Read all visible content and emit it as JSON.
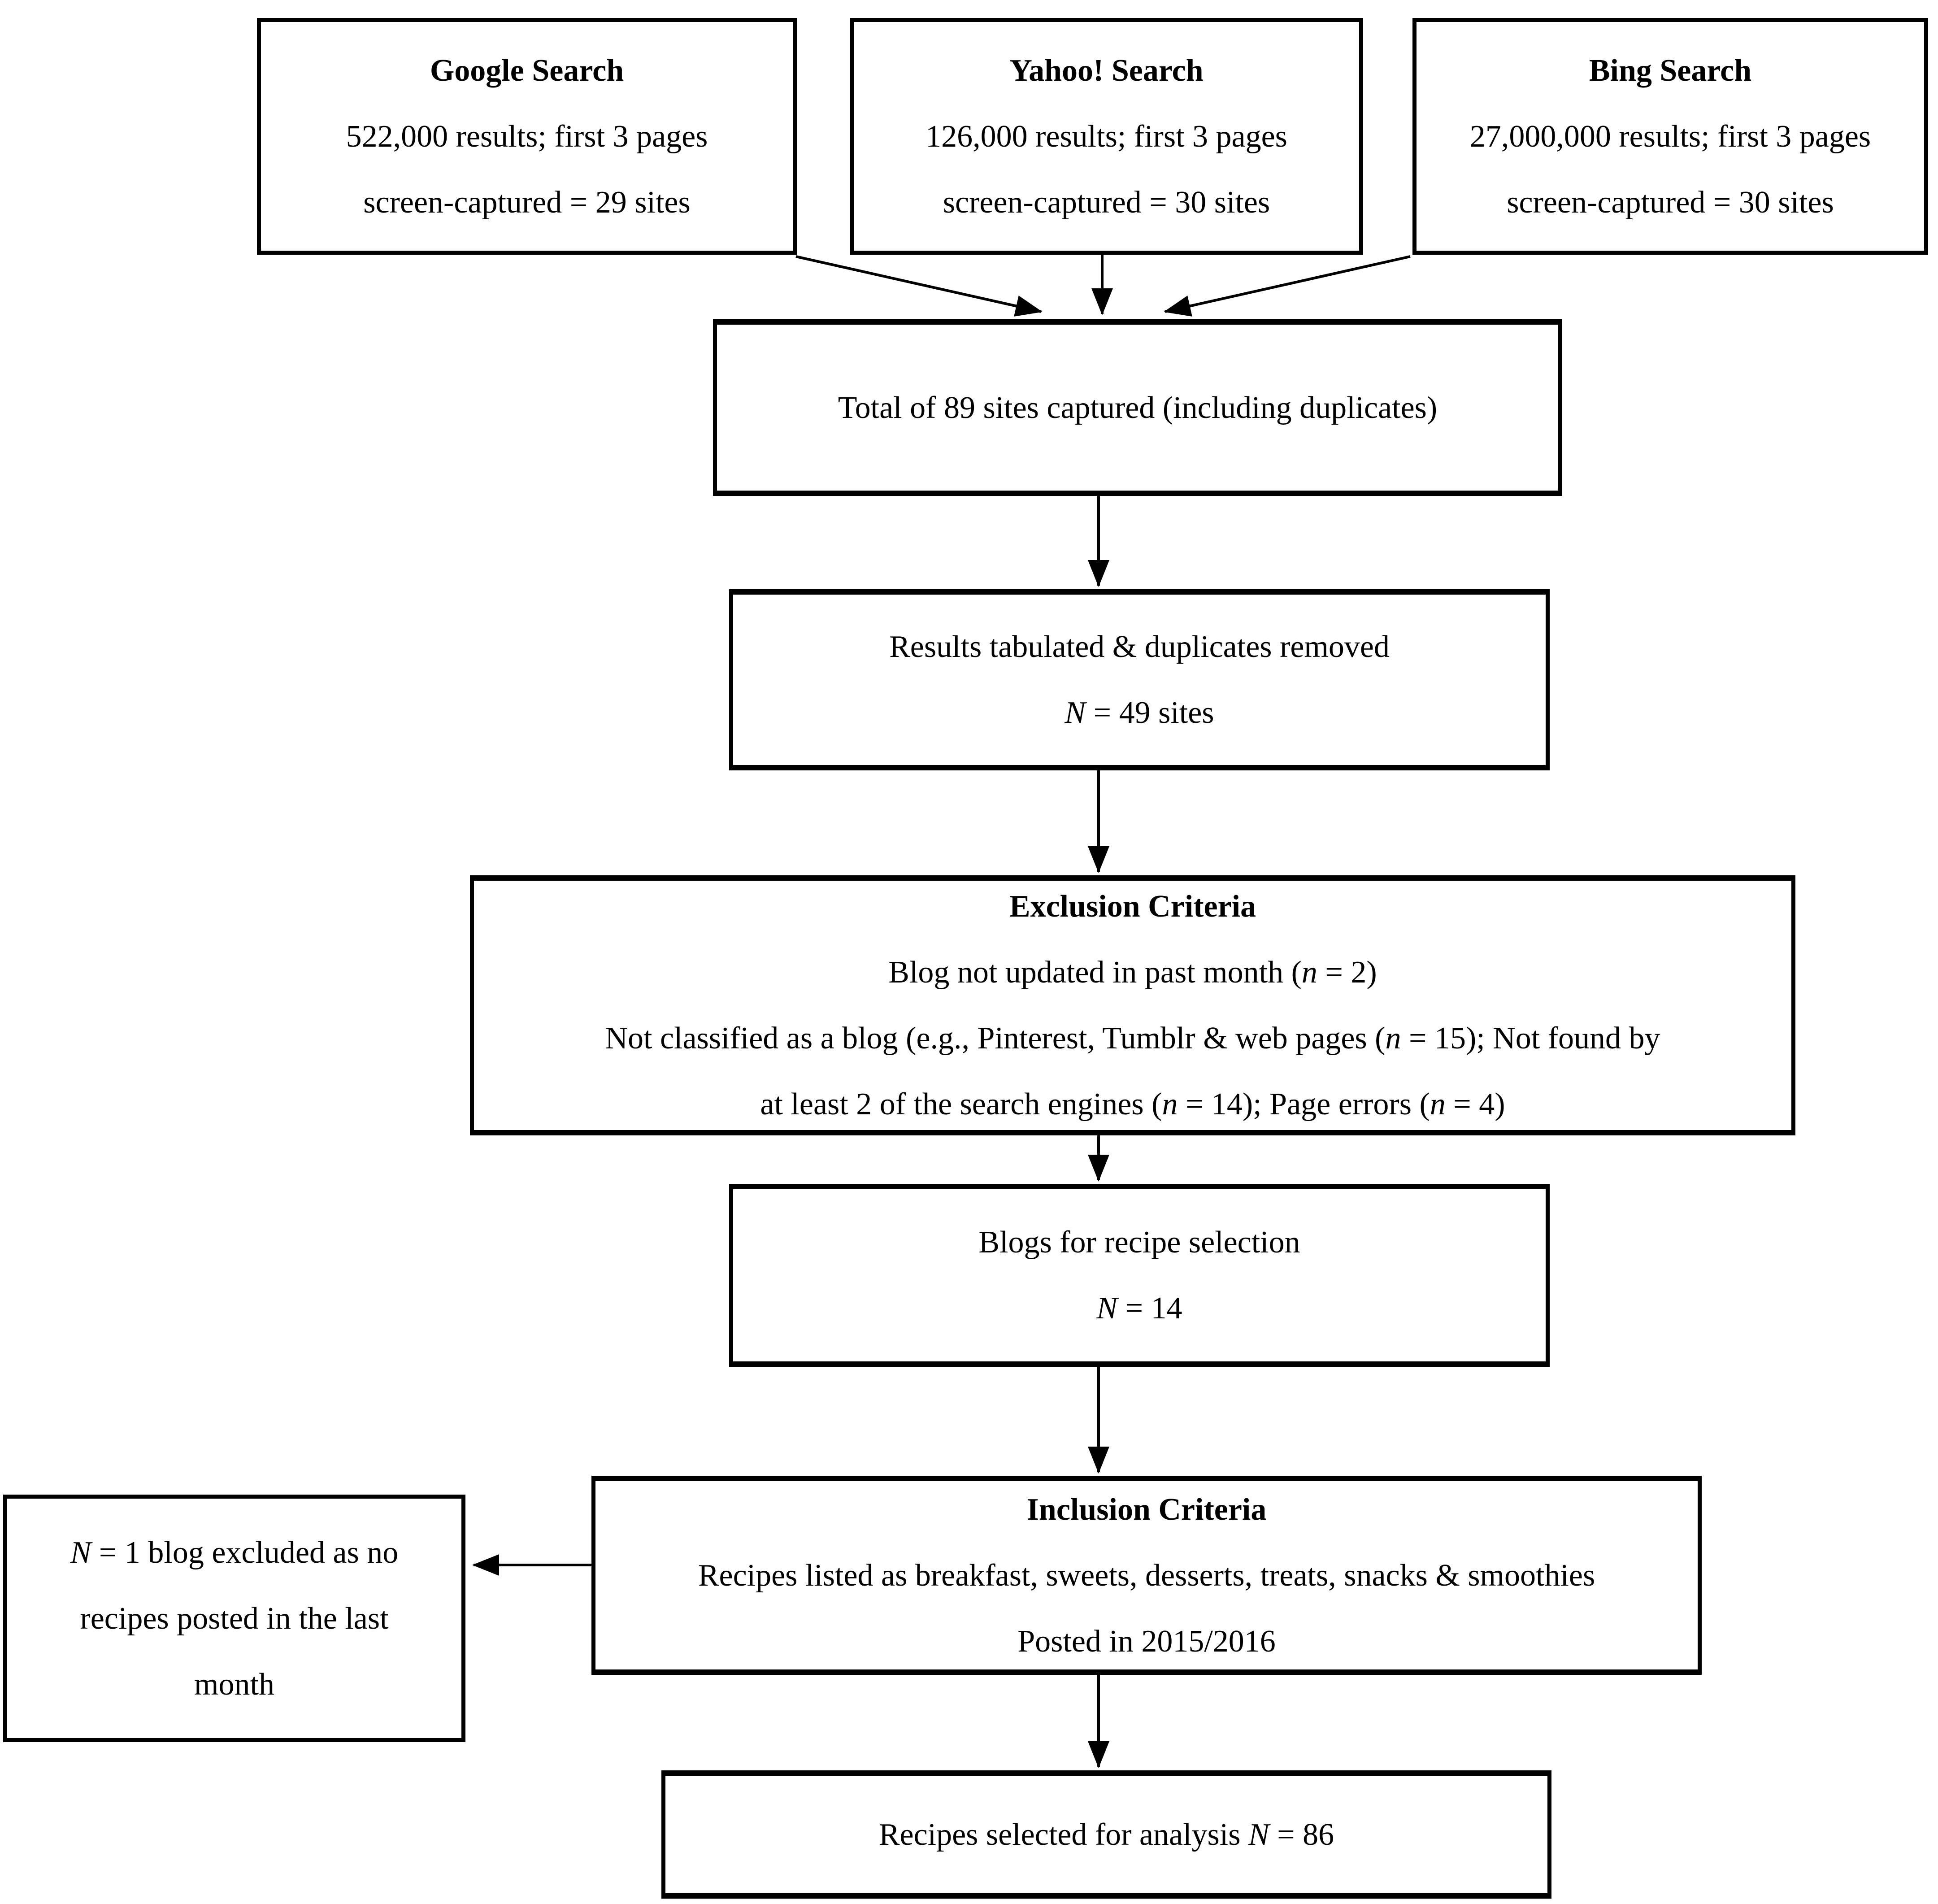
{
  "figure_type": "flowchart",
  "colors": {
    "ink": "#000000",
    "paper": "#ffffff"
  },
  "boxes": {
    "google": {
      "title": "Google Search",
      "line1": "522,000 results; first 3 pages",
      "line2": "screen-captured = 29 sites"
    },
    "yahoo": {
      "title": "Yahoo! Search",
      "line1": "126,000 results; first 3 pages",
      "line2": "screen-captured = 30 sites"
    },
    "bing": {
      "title": "Bing Search",
      "line1": "27,000,000 results; first 3 pages",
      "line2": "screen-captured = 30 sites"
    },
    "total": {
      "line1": "Total of 89 sites captured (including duplicates)"
    },
    "results": {
      "line1": "Results tabulated & duplicates removed",
      "line2": [
        "N",
        " = 49 sites"
      ]
    },
    "exclusion": {
      "title": "Exclusion Criteria",
      "line1": [
        "Blog not updated in past month (",
        "n",
        " = 2)"
      ],
      "line2": [
        "Not classified as a blog (e.g., Pinterest, Tumblr & web pages (",
        "n",
        " = 15); Not found by"
      ],
      "line3": [
        "at least 2 of the search engines (",
        "n",
        " = 14); Page errors (",
        "n",
        " = 4)"
      ]
    },
    "blogs": {
      "line1": "Blogs for recipe selection",
      "line2": [
        "N",
        " = 14"
      ]
    },
    "inclusion": {
      "title": "Inclusion Criteria",
      "line1": "Recipes listed as breakfast, sweets, desserts, treats, snacks & smoothies",
      "line2": "Posted in 2015/2016"
    },
    "excluded": {
      "line1": [
        "N",
        " = 1 blog excluded as no"
      ],
      "line2": "recipes posted in the last",
      "line3": "month"
    },
    "final": {
      "line1": [
        "Recipes selected for analysis ",
        "N",
        " = 86"
      ]
    }
  }
}
